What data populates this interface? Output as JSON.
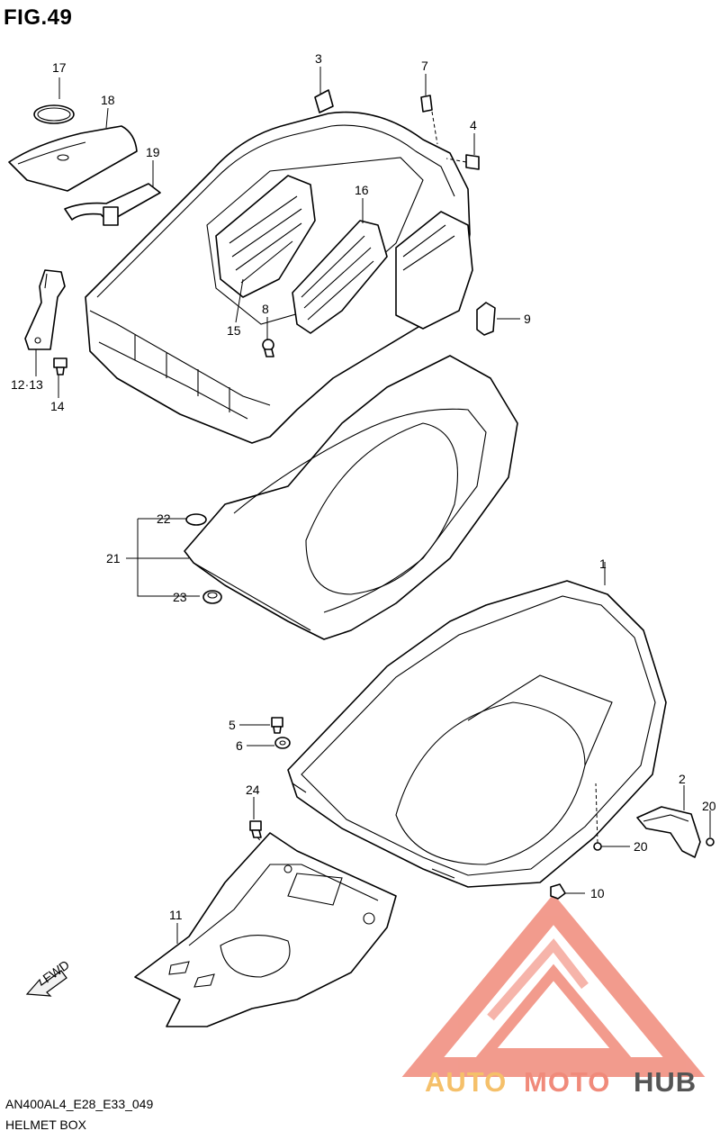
{
  "figure": {
    "title": "FIG.49",
    "model_code": "AN400AL4_E28_E33_049",
    "name": "HELMET BOX"
  },
  "callouts": {
    "c1": "1",
    "c2": "2",
    "c3": "3",
    "c4": "4",
    "c5": "5",
    "c6": "6",
    "c7": "7",
    "c8": "8",
    "c9": "9",
    "c10": "10",
    "c11": "11",
    "c12_13": "12·13",
    "c14": "14",
    "c15": "15",
    "c16": "16",
    "c17": "17",
    "c18": "18",
    "c19": "19",
    "c20a": "20",
    "c20b": "20",
    "c21": "21",
    "c22": "22",
    "c23": "23",
    "c24": "24"
  },
  "direction_arrow": {
    "label": "FWD"
  },
  "watermark": {
    "auto": "AUTO",
    "moto": "MOTO",
    "hub": "HUB",
    "colors": {
      "auto": "#f5c06a",
      "moto": "#f08a7a",
      "hub": "#555555",
      "logo": "#f08a7a"
    }
  }
}
